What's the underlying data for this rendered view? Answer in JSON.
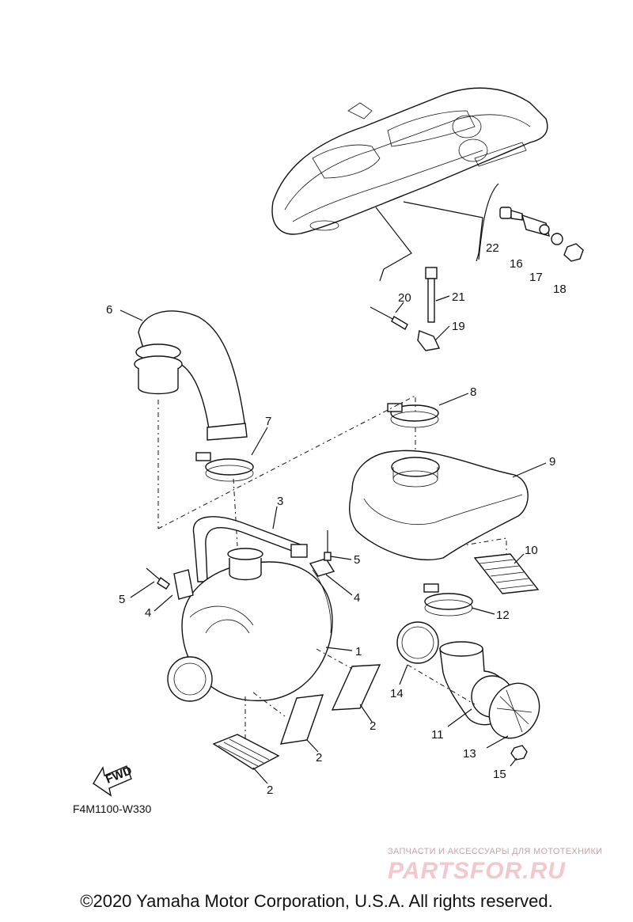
{
  "diagram": {
    "callouts": [
      {
        "id": "c1",
        "label": "1"
      },
      {
        "id": "c2a",
        "label": "2"
      },
      {
        "id": "c2b",
        "label": "2"
      },
      {
        "id": "c2c",
        "label": "2"
      },
      {
        "id": "c3",
        "label": "3"
      },
      {
        "id": "c4a",
        "label": "4"
      },
      {
        "id": "c4b",
        "label": "4"
      },
      {
        "id": "c5a",
        "label": "5"
      },
      {
        "id": "c5b",
        "label": "5"
      },
      {
        "id": "c6",
        "label": "6"
      },
      {
        "id": "c7",
        "label": "7"
      },
      {
        "id": "c8",
        "label": "8"
      },
      {
        "id": "c9",
        "label": "9"
      },
      {
        "id": "c10",
        "label": "10"
      },
      {
        "id": "c11",
        "label": "11"
      },
      {
        "id": "c12",
        "label": "12"
      },
      {
        "id": "c13",
        "label": "13"
      },
      {
        "id": "c14",
        "label": "14"
      },
      {
        "id": "c15",
        "label": "15"
      },
      {
        "id": "c16",
        "label": "16"
      },
      {
        "id": "c17",
        "label": "17"
      },
      {
        "id": "c18",
        "label": "18"
      },
      {
        "id": "c19",
        "label": "19"
      },
      {
        "id": "c20",
        "label": "20"
      },
      {
        "id": "c21",
        "label": "21"
      },
      {
        "id": "c22",
        "label": "22"
      }
    ],
    "fwd_label": "FWD",
    "drawing_code": "F4M1100-W330"
  },
  "watermark": {
    "tagline": "ЗАПЧАСТИ И АКСЕССУАРЫ ДЛЯ МОТОТЕХНИКИ",
    "logo_text": "PARTSFOR.RU",
    "logo_color": "#f2c8cc"
  },
  "footer": {
    "copyright": "©2020 Yamaha Motor Corporation, U.S.A. All rights reserved."
  }
}
